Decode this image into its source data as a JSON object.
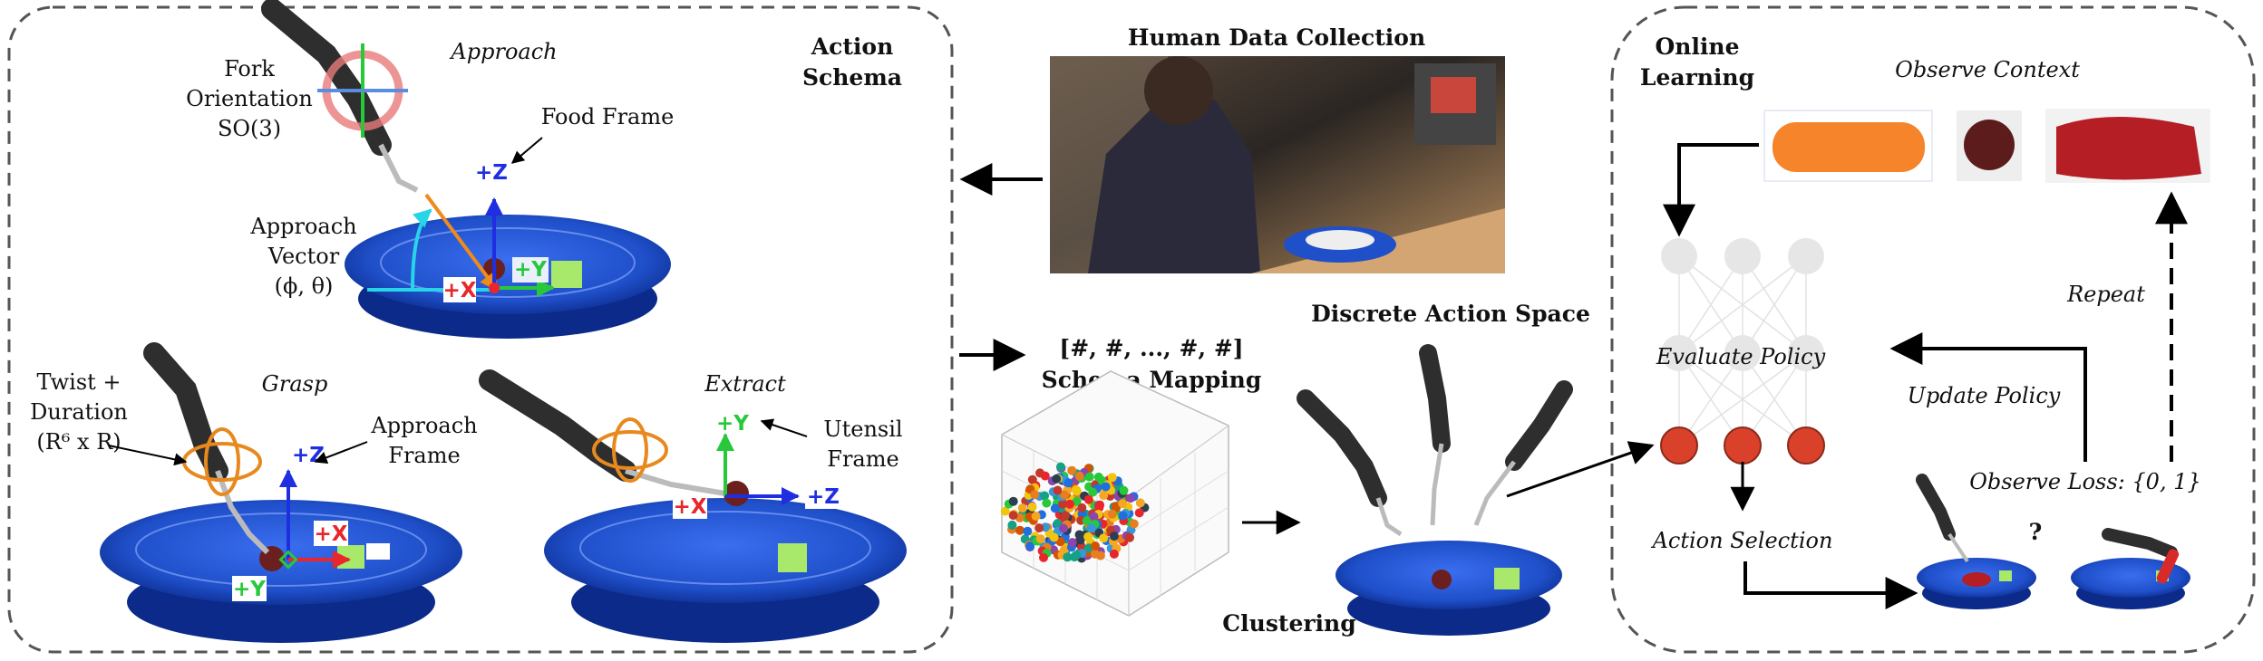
{
  "action_schema": {
    "title_line1": "Action",
    "title_line2": "Schema",
    "approach": {
      "title": "Approach",
      "fork_line1": "Fork",
      "fork_line2": "Orientation",
      "fork_line3": "SO(3)",
      "food_frame": "Food Frame",
      "vector_line1": "Approach",
      "vector_line2": "Vector",
      "vector_line3": "(ϕ, θ)",
      "axis_z": "+Z",
      "axis_y": "+Y",
      "axis_x": "+X"
    },
    "grasp": {
      "title": "Grasp",
      "twist_line1": "Twist +",
      "twist_line2": "Duration",
      "twist_line3": "(R⁶ x R)",
      "frame_line1": "Approach",
      "frame_line2": "Frame",
      "axis_z": "+Z",
      "axis_y": "+Y",
      "axis_x": "+X"
    },
    "extract": {
      "title": "Extract",
      "frame_line1": "Utensil",
      "frame_line2": "Frame",
      "axis_y": "+Y",
      "axis_x": "+X",
      "axis_z": "+Z"
    }
  },
  "human_data": {
    "title": "Human Data Collection"
  },
  "schema_mapping": {
    "vector": "[#, #, ..., #, #]",
    "title": "Schema Mapping"
  },
  "clustering": {
    "label": "Clustering"
  },
  "discrete_action": {
    "title": "Discrete Action Space"
  },
  "online_learning": {
    "title_line1": "Online",
    "title_line2": "Learning",
    "observe_context": "Observe Context",
    "evaluate_policy": "Evaluate Policy",
    "update_policy": "Update Policy",
    "repeat": "Repeat",
    "action_selection": "Action Selection",
    "observe_loss": "Observe Loss: {0, 1}",
    "question": "?"
  },
  "colors": {
    "plate": "#1f4fc9",
    "plate_dark": "#0b2a8a",
    "axis_x": "#e8262b",
    "axis_y": "#27c93a",
    "axis_z": "#1f2ee0",
    "node_active": "#d9412b",
    "node_idle": "#e6e6e6",
    "twist": "#e8891f",
    "approach_vector": "#f08a1a"
  }
}
